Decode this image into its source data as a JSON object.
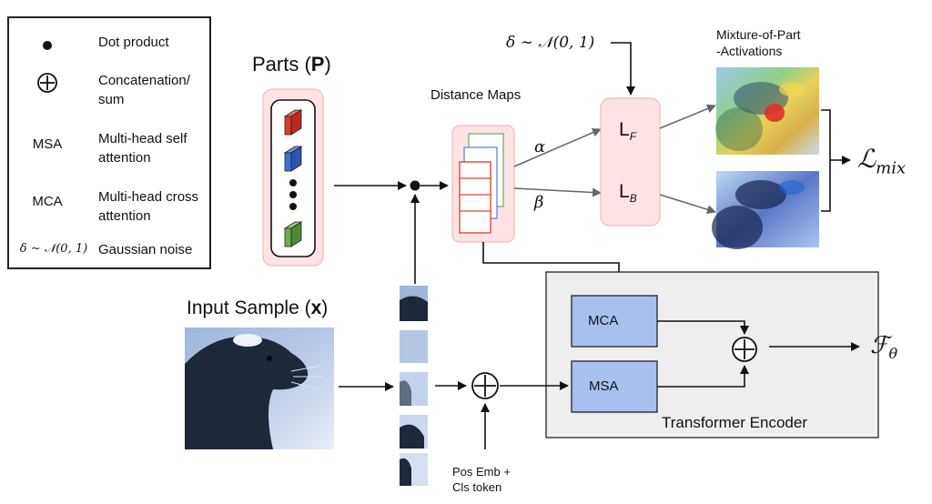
{
  "legend": {
    "items": [
      {
        "symbol_icon": "dot-icon",
        "description": "Dot product"
      },
      {
        "symbol_icon": "circled-plus-icon",
        "description": "Concatenation/ sum"
      },
      {
        "symbol": "MSA",
        "description": "Multi-head self attention"
      },
      {
        "symbol": "MCA",
        "description": "Multi-head cross attention"
      },
      {
        "symbol": "δ ∼ 𝒩(0, 1)",
        "description": "Gaussian noise"
      }
    ]
  },
  "labels": {
    "parts_title_prefix": "Parts (",
    "parts_title_symbol": "P",
    "parts_title_suffix": ")",
    "distance_maps": "Distance Maps",
    "noise_top": "δ ∼ 𝒩(0, 1)",
    "mixture_title_line1": "Mixture-of-Part",
    "mixture_title_line2": "-Activations",
    "alpha": "α",
    "beta": "β",
    "lf": "L",
    "lf_sub": "F",
    "lb": "L",
    "lb_sub": "B",
    "loss": "ℒ",
    "loss_sub": "mix",
    "input_sample_prefix": "Input Sample (",
    "input_sample_symbol": "x",
    "input_sample_suffix": ")",
    "mca": "MCA",
    "msa": "MSA",
    "transformer_encoder": "Transformer Encoder",
    "output": "ℱ",
    "output_sub": "θ",
    "pos_emb_line1": "Pos Emb +",
    "pos_emb_line2": "Cls token"
  },
  "colors": {
    "pink_box": "#fde3e3",
    "pink_border": "#f3b9b9",
    "blue_block": "#a9c0ee",
    "encoder_bg": "#eeeeee",
    "cube_red": "#e03a2f",
    "cube_blue": "#3d6fd8",
    "cube_green": "#6fb04e"
  }
}
